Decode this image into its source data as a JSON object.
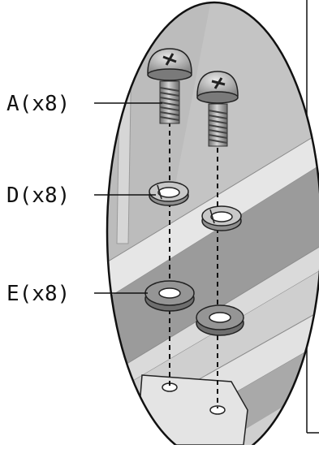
{
  "parts": [
    {
      "id": "A",
      "label": "A(x8)"
    },
    {
      "id": "D",
      "label": "D(x8)"
    },
    {
      "id": "E",
      "label": "E(x8)"
    }
  ],
  "colors": {
    "outline": "#111111",
    "wall_gray": "#bdbdbd",
    "rail_light": "#d9d9d9",
    "rail_dark": "#8f8f8f",
    "hardware_fill": "#8a8a8a",
    "hardware_light": "#c9c9c9"
  },
  "icons": {
    "screw": "pan-head-phillips-screw",
    "lock_washer": "split-lock-washer",
    "flat_washer": "flat-washer"
  }
}
